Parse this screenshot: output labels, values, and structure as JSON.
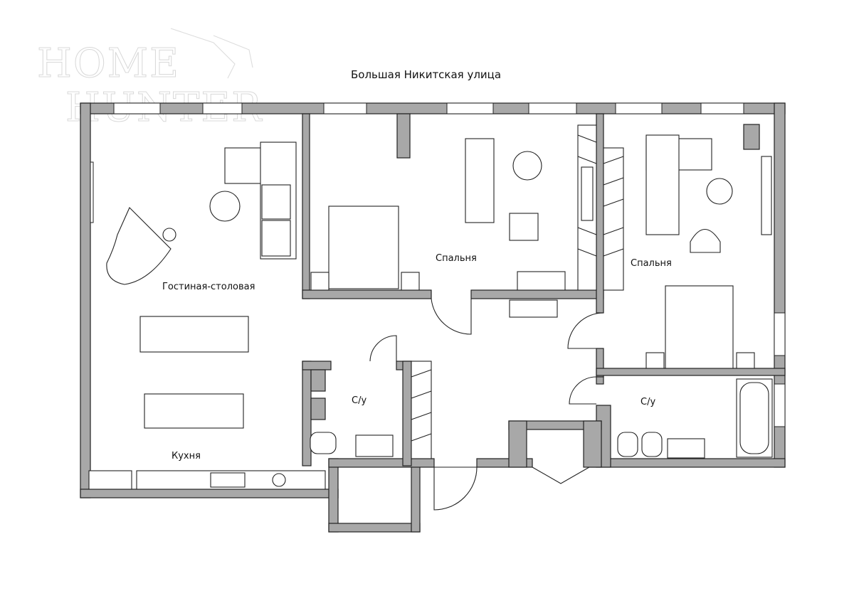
{
  "logo": {
    "line1": "HOME",
    "line2": "HUNTER"
  },
  "street": "Большая Никитская улица",
  "rooms": {
    "living": "Гостиная-столовая",
    "bedroom1": "Спальня",
    "bedroom2": "Спальня",
    "bath1": "С/у",
    "bath2": "С/у",
    "kitchen": "Кухня"
  },
  "colors": {
    "wall": "#a8a8a8",
    "line": "#222222"
  }
}
